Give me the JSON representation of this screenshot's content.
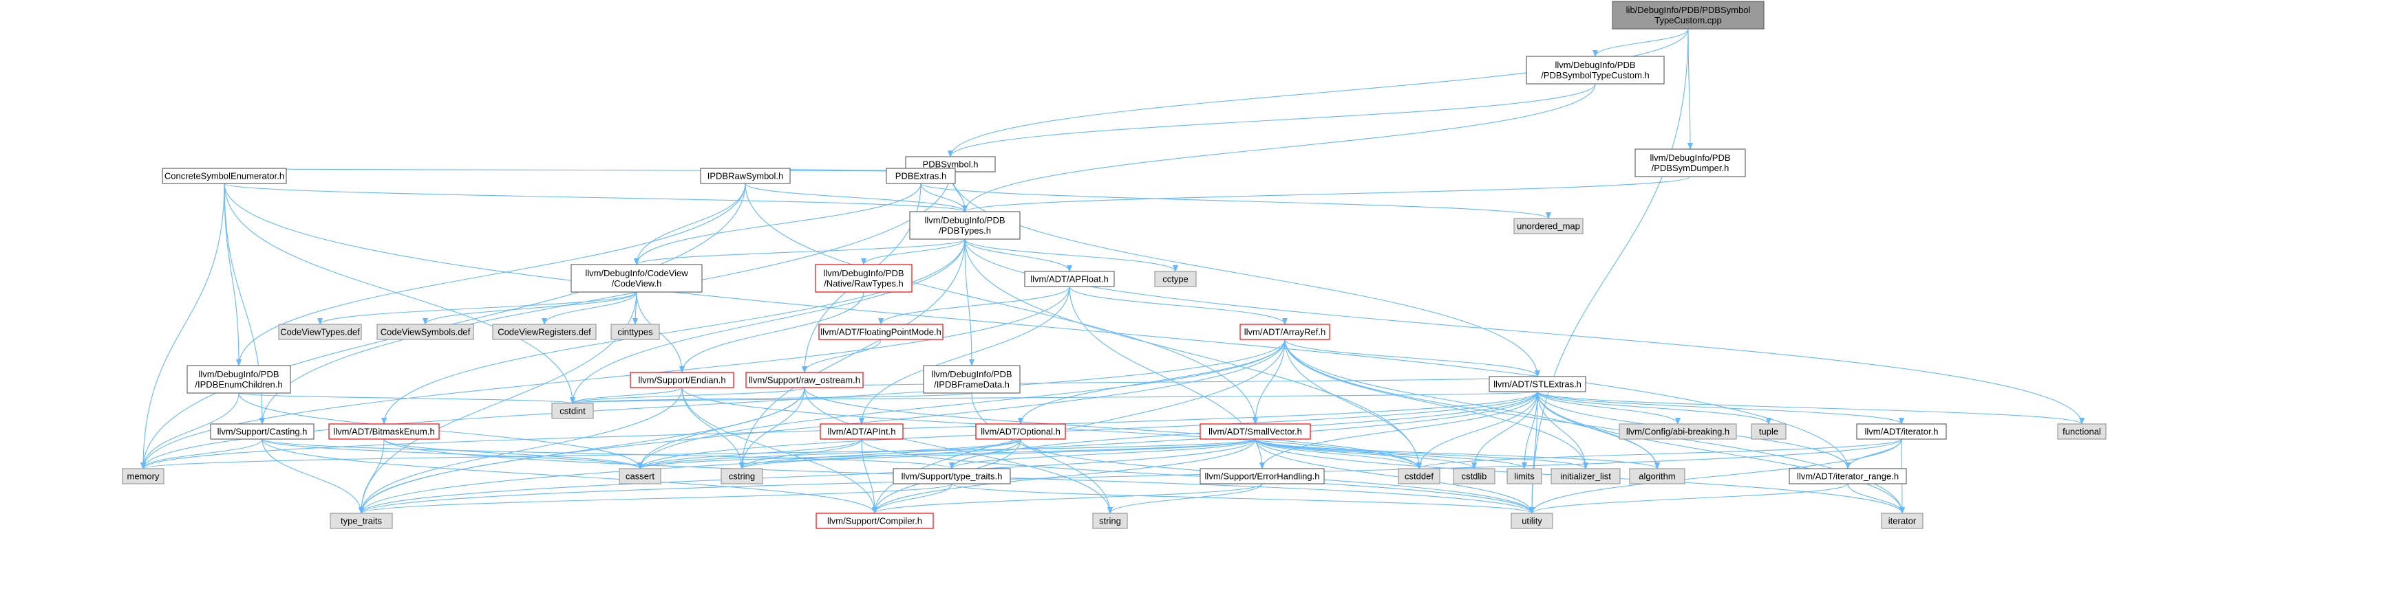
{
  "palette": {
    "root_fill": "#999999",
    "normal_fill": "#ffffff",
    "normal_stroke": "#666666",
    "red_stroke": "#ff0000",
    "ext_fill": "#e0e0e0",
    "ext_stroke": "#999999",
    "edge": "#63b8ff"
  },
  "nodes": [
    {
      "id": "root",
      "lines": [
        "lib/DebugInfo/PDB/PDBSymbol",
        "TypeCustom.cpp"
      ],
      "kind": "root"
    },
    {
      "id": "pdbsymtypecustom",
      "lines": [
        "llvm/DebugInfo/PDB",
        "/PDBSymbolTypeCustom.h"
      ],
      "kind": "normal"
    },
    {
      "id": "pdbsymdumper",
      "lines": [
        "llvm/DebugInfo/PDB",
        "/PDBSymDumper.h"
      ],
      "kind": "normal"
    },
    {
      "id": "pdbsymbol",
      "lines": [
        "PDBSymbol.h"
      ],
      "kind": "normal"
    },
    {
      "id": "concreteenum",
      "lines": [
        "ConcreteSymbolEnumerator.h"
      ],
      "kind": "normal"
    },
    {
      "id": "ipdbraw",
      "lines": [
        "IPDBRawSymbol.h"
      ],
      "kind": "normal"
    },
    {
      "id": "pdbextras",
      "lines": [
        "PDBExtras.h"
      ],
      "kind": "normal"
    },
    {
      "id": "unordered_map",
      "lines": [
        "unordered_map"
      ],
      "kind": "ext"
    },
    {
      "id": "pdbtypes",
      "lines": [
        "llvm/DebugInfo/PDB",
        "/PDBTypes.h"
      ],
      "kind": "normal"
    },
    {
      "id": "codeview",
      "lines": [
        "llvm/DebugInfo/CodeView",
        "/CodeView.h"
      ],
      "kind": "normal"
    },
    {
      "id": "nativerawtypes",
      "lines": [
        "llvm/DebugInfo/PDB",
        "/Native/RawTypes.h"
      ],
      "kind": "red"
    },
    {
      "id": "apfloat",
      "lines": [
        "llvm/ADT/APFloat.h"
      ],
      "kind": "normal"
    },
    {
      "id": "cctype",
      "lines": [
        "cctype"
      ],
      "kind": "ext"
    },
    {
      "id": "cvtypes",
      "lines": [
        "CodeViewTypes.def"
      ],
      "kind": "ext"
    },
    {
      "id": "cvsymbols",
      "lines": [
        "CodeViewSymbols.def"
      ],
      "kind": "ext"
    },
    {
      "id": "cvregisters",
      "lines": [
        "CodeViewRegisters.def"
      ],
      "kind": "ext"
    },
    {
      "id": "cinttypes",
      "lines": [
        "cinttypes"
      ],
      "kind": "ext"
    },
    {
      "id": "floatingpointmode",
      "lines": [
        "llvm/ADT/FloatingPointMode.h"
      ],
      "kind": "red"
    },
    {
      "id": "arrayref",
      "lines": [
        "llvm/ADT/ArrayRef.h"
      ],
      "kind": "red"
    },
    {
      "id": "ipdbenum",
      "lines": [
        "llvm/DebugInfo/PDB",
        "/IPDBEnumChildren.h"
      ],
      "kind": "normal"
    },
    {
      "id": "endian",
      "lines": [
        "llvm/Support/Endian.h"
      ],
      "kind": "red"
    },
    {
      "id": "rawostream",
      "lines": [
        "llvm/Support/raw_ostream.h"
      ],
      "kind": "red"
    },
    {
      "id": "ipdbframe",
      "lines": [
        "llvm/DebugInfo/PDB",
        "/IPDBFrameData.h"
      ],
      "kind": "normal"
    },
    {
      "id": "stlextras",
      "lines": [
        "llvm/ADT/STLExtras.h"
      ],
      "kind": "normal"
    },
    {
      "id": "casting",
      "lines": [
        "llvm/Support/Casting.h"
      ],
      "kind": "normal"
    },
    {
      "id": "bitmaskenum",
      "lines": [
        "llvm/ADT/BitmaskEnum.h"
      ],
      "kind": "red"
    },
    {
      "id": "cstdint",
      "lines": [
        "cstdint"
      ],
      "kind": "ext"
    },
    {
      "id": "apint",
      "lines": [
        "llvm/ADT/APInt.h"
      ],
      "kind": "red"
    },
    {
      "id": "optional",
      "lines": [
        "llvm/ADT/Optional.h"
      ],
      "kind": "red"
    },
    {
      "id": "smallvector",
      "lines": [
        "llvm/ADT/SmallVector.h"
      ],
      "kind": "red"
    },
    {
      "id": "abibreaking",
      "lines": [
        "llvm/Config/abi-breaking.h"
      ],
      "kind": "ext"
    },
    {
      "id": "tuple",
      "lines": [
        "tuple"
      ],
      "kind": "ext"
    },
    {
      "id": "functional",
      "lines": [
        "functional"
      ],
      "kind": "ext"
    },
    {
      "id": "adtiterator",
      "lines": [
        "llvm/ADT/iterator.h"
      ],
      "kind": "normal"
    },
    {
      "id": "memory",
      "lines": [
        "memory"
      ],
      "kind": "ext"
    },
    {
      "id": "cassert",
      "lines": [
        "cassert"
      ],
      "kind": "ext"
    },
    {
      "id": "cstring",
      "lines": [
        "cstring"
      ],
      "kind": "ext"
    },
    {
      "id": "typetraitsllvm",
      "lines": [
        "llvm/Support/type_traits.h"
      ],
      "kind": "normal"
    },
    {
      "id": "errorhandling",
      "lines": [
        "llvm/Support/ErrorHandling.h"
      ],
      "kind": "normal"
    },
    {
      "id": "cstddef",
      "lines": [
        "cstddef"
      ],
      "kind": "ext"
    },
    {
      "id": "cstdlib",
      "lines": [
        "cstdlib"
      ],
      "kind": "ext"
    },
    {
      "id": "limits",
      "lines": [
        "limits"
      ],
      "kind": "ext"
    },
    {
      "id": "initlist",
      "lines": [
        "initializer_list"
      ],
      "kind": "ext"
    },
    {
      "id": "algorithm",
      "lines": [
        "algorithm"
      ],
      "kind": "ext"
    },
    {
      "id": "iteratorrange",
      "lines": [
        "llvm/ADT/iterator_range.h"
      ],
      "kind": "normal"
    },
    {
      "id": "type_traits",
      "lines": [
        "type_traits"
      ],
      "kind": "ext"
    },
    {
      "id": "compiler",
      "lines": [
        "llvm/Support/Compiler.h"
      ],
      "kind": "red"
    },
    {
      "id": "string",
      "lines": [
        "string"
      ],
      "kind": "ext"
    },
    {
      "id": "utility",
      "lines": [
        "utility"
      ],
      "kind": "ext"
    },
    {
      "id": "iterator",
      "lines": [
        "iterator"
      ],
      "kind": "ext"
    }
  ],
  "edges": [
    [
      "root",
      "pdbsymtypecustom"
    ],
    [
      "root",
      "pdbsymbol"
    ],
    [
      "root",
      "pdbsymdumper"
    ],
    [
      "root",
      "utility"
    ],
    [
      "pdbsymtypecustom",
      "pdbsymbol"
    ],
    [
      "pdbsymtypecustom",
      "pdbtypes"
    ],
    [
      "pdbsymdumper",
      "pdbtypes"
    ],
    [
      "pdbsymbol",
      "concreteenum"
    ],
    [
      "pdbsymbol",
      "ipdbraw"
    ],
    [
      "pdbsymbol",
      "pdbextras"
    ],
    [
      "pdbsymbol",
      "pdbtypes"
    ],
    [
      "pdbsymbol",
      "stlextras"
    ],
    [
      "pdbsymbol",
      "casting"
    ],
    [
      "concreteenum",
      "pdbtypes"
    ],
    [
      "concreteenum",
      "ipdbenum"
    ],
    [
      "concreteenum",
      "iteratorrange"
    ],
    [
      "concreteenum",
      "casting"
    ],
    [
      "concreteenum",
      "cstdint"
    ],
    [
      "concreteenum",
      "memory"
    ],
    [
      "ipdbraw",
      "pdbtypes"
    ],
    [
      "ipdbraw",
      "codeview"
    ],
    [
      "ipdbraw",
      "smallvector"
    ],
    [
      "ipdbraw",
      "ipdbenum"
    ],
    [
      "ipdbraw",
      "memory"
    ],
    [
      "pdbextras",
      "pdbtypes"
    ],
    [
      "pdbextras",
      "codeview"
    ],
    [
      "pdbextras",
      "rawostream"
    ],
    [
      "pdbextras",
      "unordered_map"
    ],
    [
      "pdbtypes",
      "codeview"
    ],
    [
      "pdbtypes",
      "nativerawtypes"
    ],
    [
      "pdbtypes",
      "apfloat"
    ],
    [
      "pdbtypes",
      "cctype"
    ],
    [
      "pdbtypes",
      "ipdbframe"
    ],
    [
      "pdbtypes",
      "cstddef"
    ],
    [
      "pdbtypes",
      "cstdint"
    ],
    [
      "pdbtypes",
      "cstring"
    ],
    [
      "pdbtypes",
      "functional"
    ],
    [
      "pdbtypes",
      "bitmaskenum"
    ],
    [
      "codeview",
      "cvtypes"
    ],
    [
      "codeview",
      "cvsymbols"
    ],
    [
      "codeview",
      "cvregisters"
    ],
    [
      "codeview",
      "cinttypes"
    ],
    [
      "codeview",
      "endian"
    ],
    [
      "codeview",
      "type_traits"
    ],
    [
      "nativerawtypes",
      "endian"
    ],
    [
      "apfloat",
      "floatingpointmode"
    ],
    [
      "apfloat",
      "arrayref"
    ],
    [
      "apfloat",
      "apint"
    ],
    [
      "apfloat",
      "errorhandling"
    ],
    [
      "apfloat",
      "memory"
    ],
    [
      "floatingpointmode",
      "rawostream"
    ],
    [
      "arrayref",
      "stlextras"
    ],
    [
      "arrayref",
      "smallvector"
    ],
    [
      "arrayref",
      "optional"
    ],
    [
      "arrayref",
      "compiler"
    ],
    [
      "arrayref",
      "algorithm"
    ],
    [
      "arrayref",
      "cassert"
    ],
    [
      "arrayref",
      "cstddef"
    ],
    [
      "arrayref",
      "initlist"
    ],
    [
      "arrayref",
      "iterator"
    ],
    [
      "arrayref",
      "memory"
    ],
    [
      "arrayref",
      "type_traits"
    ],
    [
      "ipdbenum",
      "cassert"
    ],
    [
      "ipdbenum",
      "cstdint"
    ],
    [
      "ipdbenum",
      "memory"
    ],
    [
      "endian",
      "cstdint"
    ],
    [
      "endian",
      "cstddef"
    ],
    [
      "endian",
      "cstring"
    ],
    [
      "endian",
      "type_traits"
    ],
    [
      "endian",
      "compiler"
    ],
    [
      "rawostream",
      "stlextras"
    ],
    [
      "rawostream",
      "cassert"
    ],
    [
      "rawostream",
      "cstdint"
    ],
    [
      "rawostream",
      "cstddef"
    ],
    [
      "rawostream",
      "cstring"
    ],
    [
      "rawostream",
      "string"
    ],
    [
      "rawostream",
      "type_traits"
    ],
    [
      "ipdbframe",
      "cstdint"
    ],
    [
      "ipdbframe",
      "string"
    ],
    [
      "stlextras",
      "abibreaking"
    ],
    [
      "stlextras",
      "tuple"
    ],
    [
      "stlextras",
      "functional"
    ],
    [
      "stlextras",
      "adtiterator"
    ],
    [
      "stlextras",
      "iteratorrange"
    ],
    [
      "stlextras",
      "typetraitsllvm"
    ],
    [
      "stlextras",
      "errorhandling"
    ],
    [
      "stlextras",
      "algorithm"
    ],
    [
      "stlextras",
      "cassert"
    ],
    [
      "stlextras",
      "cstddef"
    ],
    [
      "stlextras",
      "cstdint"
    ],
    [
      "stlextras",
      "cstdlib"
    ],
    [
      "stlextras",
      "limits"
    ],
    [
      "stlextras",
      "initlist"
    ],
    [
      "stlextras",
      "iterator"
    ],
    [
      "stlextras",
      "memory"
    ],
    [
      "stlextras",
      "utility"
    ],
    [
      "stlextras",
      "type_traits"
    ],
    [
      "casting",
      "typetraitsllvm"
    ],
    [
      "casting",
      "compiler"
    ],
    [
      "casting",
      "cassert"
    ],
    [
      "casting",
      "memory"
    ],
    [
      "casting",
      "type_traits"
    ],
    [
      "bitmaskenum",
      "cassert"
    ],
    [
      "bitmaskenum",
      "type_traits"
    ],
    [
      "bitmaskenum",
      "utility"
    ],
    [
      "apint",
      "compiler"
    ],
    [
      "apint",
      "cassert"
    ],
    [
      "apint",
      "cstring"
    ],
    [
      "apint",
      "utility"
    ],
    [
      "optional",
      "compiler"
    ],
    [
      "optional",
      "typetraitsllvm"
    ],
    [
      "optional",
      "cassert"
    ],
    [
      "optional",
      "cstring"
    ],
    [
      "optional",
      "new"
    ],
    [
      "optional",
      "utility"
    ],
    [
      "smallvector",
      "compiler"
    ],
    [
      "smallvector",
      "typetraitsllvm"
    ],
    [
      "smallvector",
      "algorithm"
    ],
    [
      "smallvector",
      "cassert"
    ],
    [
      "smallvector",
      "cstddef"
    ],
    [
      "smallvector",
      "cstdlib"
    ],
    [
      "smallvector",
      "cstring"
    ],
    [
      "smallvector",
      "initlist"
    ],
    [
      "smallvector",
      "iterator"
    ],
    [
      "smallvector",
      "limits"
    ],
    [
      "smallvector",
      "memory"
    ],
    [
      "smallvector",
      "type_traits"
    ],
    [
      "smallvector",
      "utility"
    ],
    [
      "adtiterator",
      "iteratorrange"
    ],
    [
      "adtiterator",
      "cstddef"
    ],
    [
      "adtiterator",
      "iterator"
    ],
    [
      "adtiterator",
      "type_traits"
    ],
    [
      "adtiterator",
      "utility"
    ],
    [
      "iteratorrange",
      "iterator"
    ],
    [
      "iteratorrange",
      "utility"
    ],
    [
      "typetraitsllvm",
      "type_traits"
    ],
    [
      "typetraitsllvm",
      "utility"
    ],
    [
      "typetraitsllvm",
      "compiler"
    ],
    [
      "errorhandling",
      "compiler"
    ],
    [
      "errorhandling",
      "string"
    ]
  ]
}
